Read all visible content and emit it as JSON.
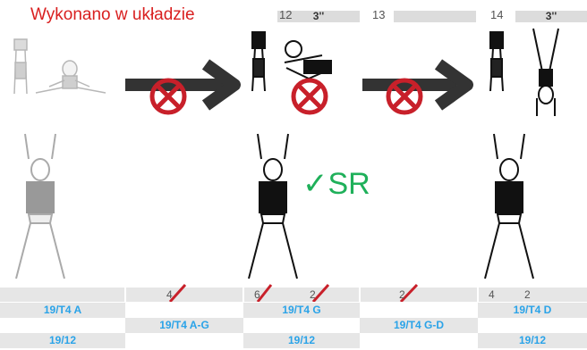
{
  "caption": "Wykonano w układzie",
  "verdict": "✓SR",
  "header": {
    "col12": {
      "number": "12",
      "duration": "3''"
    },
    "col13": {
      "number": "13"
    },
    "col14": {
      "number": "14",
      "duration": "3''"
    }
  },
  "marks": {
    "m1": "4",
    "m2": "6",
    "m3": "2",
    "m4": "2",
    "m5": "4",
    "m6": "2"
  },
  "codes": {
    "row1": [
      "19/T4 A",
      "19/T4 G",
      "19/T4 D"
    ],
    "row2": [
      "19/T4 A-G",
      "19/T4 G-D"
    ],
    "row3": [
      "19/12",
      "19/12",
      "19/12"
    ]
  },
  "colors": {
    "prohibited": "#c8202a",
    "arrow": "#333333",
    "ok": "#1fb05a",
    "code": "#2aa3e8"
  }
}
